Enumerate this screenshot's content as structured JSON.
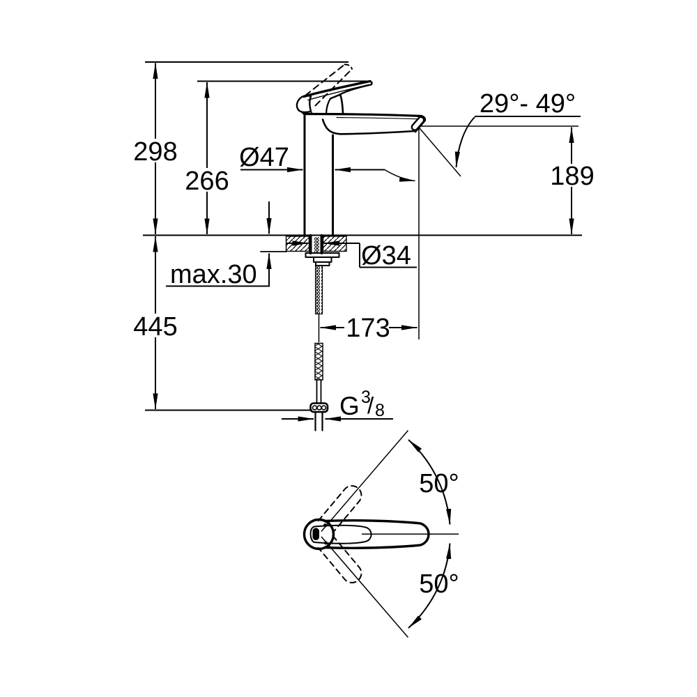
{
  "background": "#ffffff",
  "line_color": "#000000",
  "front_view": {
    "overall_height": "298",
    "height_to_spout": "266",
    "base_diameter": "Ø47",
    "spout_angle_range": "29°- 49°",
    "outlet_height": "189",
    "max_mounting_thickness": "max.30",
    "mounting_hole_diameter": "Ø34",
    "hose_length_below_deck": "445",
    "spout_projection": "173",
    "thread_label": {
      "prefix": "G",
      "numerator": "3",
      "slash": "/",
      "denominator": "8"
    }
  },
  "top_view": {
    "handle_swing_up": "50°",
    "handle_swing_down": "50°"
  }
}
